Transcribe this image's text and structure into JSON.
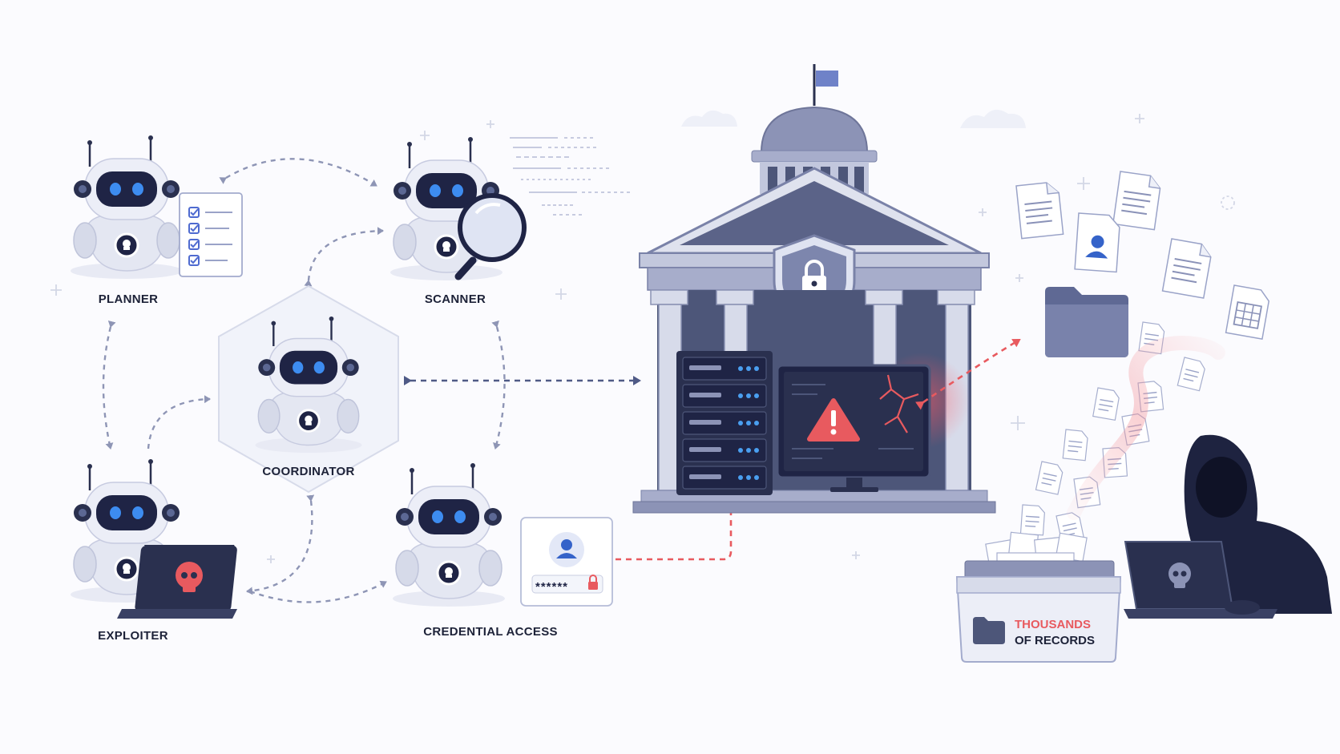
{
  "agents": {
    "planner": "PLANNER",
    "scanner": "SCANNER",
    "coordinator": "COORDINATOR",
    "exploiter": "EXPLOITER",
    "credential_access": "CREDENTIAL ACCESS"
  },
  "credential_card": {
    "password_mask": "******"
  },
  "records_box": {
    "line1": "THOUSANDS",
    "line2": "OF RECORDS"
  },
  "colors": {
    "robot_body": "#e9ebf5",
    "robot_face": "#1f2445",
    "robot_eye": "#3d8cf0",
    "building": "#8c93b6",
    "building_dark": "#4d5679",
    "server": "#2a304f",
    "alert_red": "#e85a5f",
    "arrow_blue": "#5c6894",
    "arrow_grey": "#9aa0bd",
    "hacker": "#1e2340",
    "label_dark": "#1d2238"
  }
}
